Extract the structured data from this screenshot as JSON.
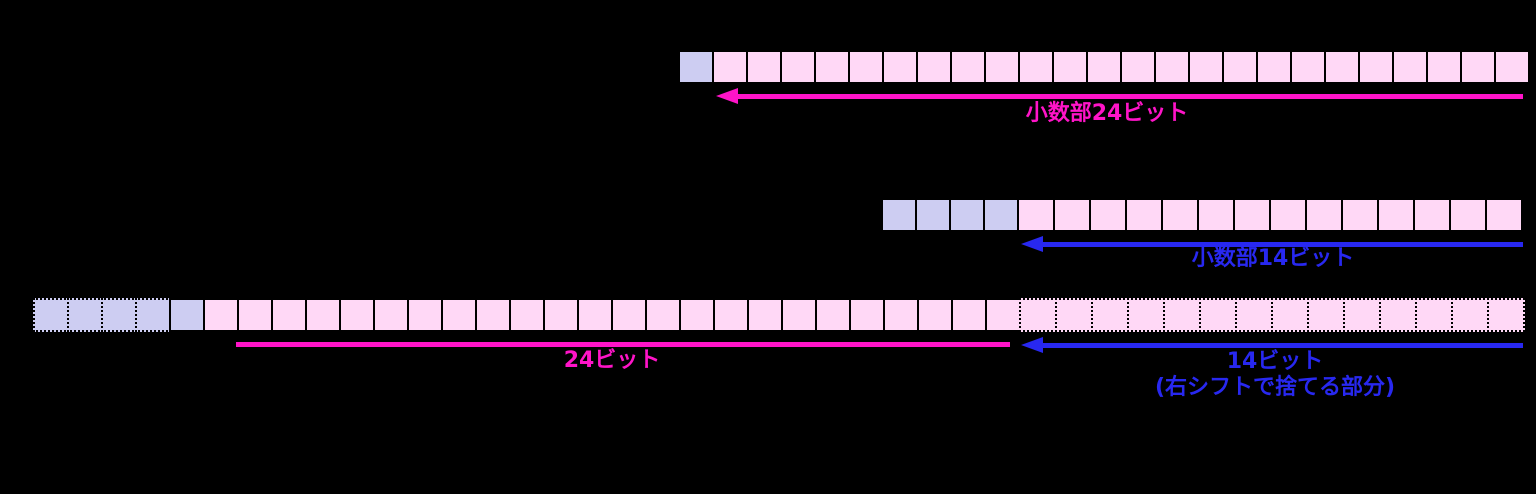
{
  "colors": {
    "background": "#000000",
    "cell_blue": "#cdcdf2",
    "cell_pink": "#ffd8f6",
    "magenta": "#ff14c8",
    "blue": "#2828f0"
  },
  "labels": {
    "top_fraction": "小数部24ビット",
    "mid_fraction": "小数部14ビット",
    "bottom_kept": "24ビット",
    "bottom_discard_line1": "14ビット",
    "bottom_discard_line2": "(右シフトで捨てる部分)"
  },
  "rows": [
    {
      "name": "top-row",
      "segments": [
        {
          "style": "solid",
          "color": "blue",
          "count": 1
        },
        {
          "style": "solid",
          "color": "pink",
          "count": 24
        }
      ]
    },
    {
      "name": "middle-row",
      "segments": [
        {
          "style": "solid",
          "color": "blue",
          "count": 4
        },
        {
          "style": "solid",
          "color": "pink",
          "count": 14
        }
      ]
    },
    {
      "name": "bottom-row",
      "segments": [
        {
          "style": "dotted",
          "color": "blue",
          "count": 4
        },
        {
          "style": "solid",
          "color": "blue",
          "count": 1
        },
        {
          "style": "solid",
          "color": "pink",
          "count": 24
        },
        {
          "style": "dotted",
          "color": "pink",
          "count": 14
        }
      ]
    }
  ]
}
